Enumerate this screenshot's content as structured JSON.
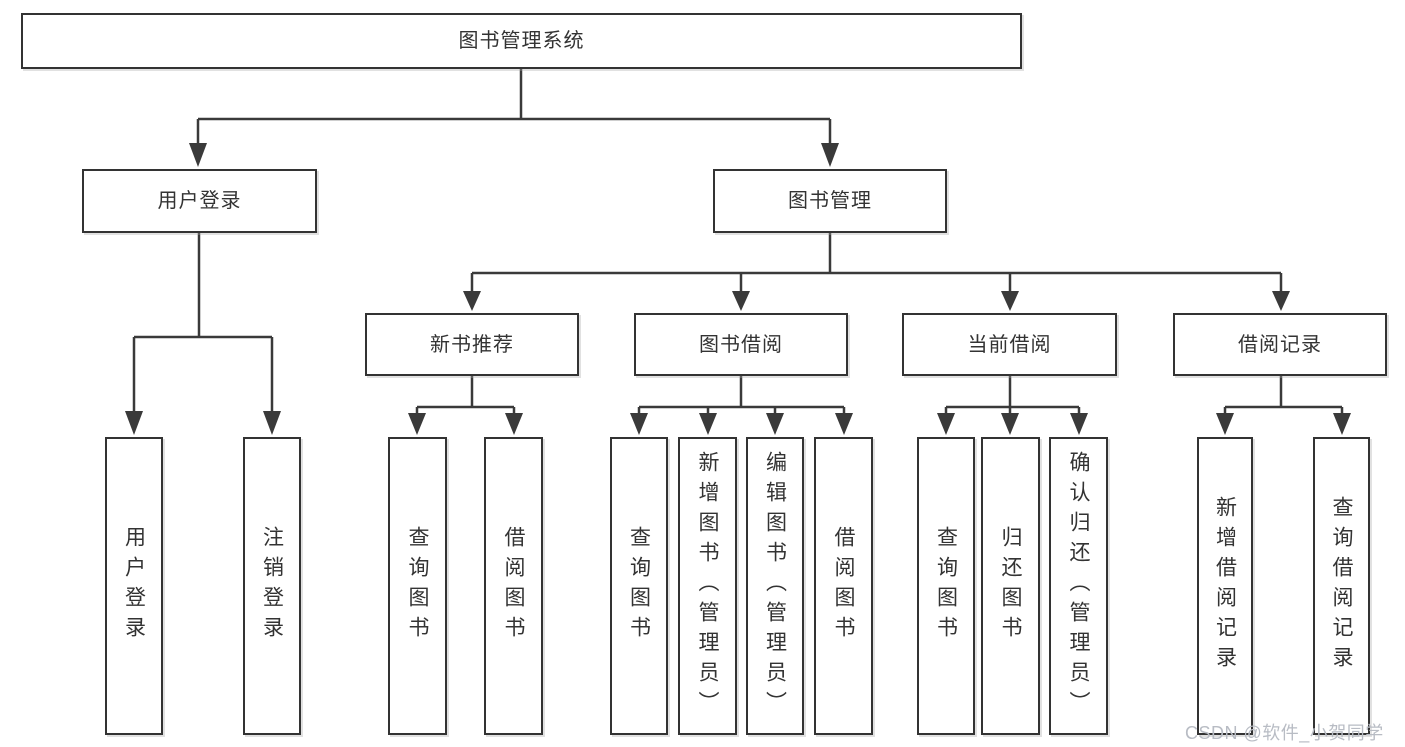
{
  "diagram": {
    "root": {
      "label": "图书管理系统"
    },
    "level2": [
      {
        "label": "用户登录"
      },
      {
        "label": "图书管理"
      }
    ],
    "level3": [
      {
        "label": "新书推荐"
      },
      {
        "label": "图书借阅"
      },
      {
        "label": "当前借阅"
      },
      {
        "label": "借阅记录"
      }
    ],
    "leaves": {
      "user_login": [
        "用户登录",
        "注销登录"
      ],
      "new_book_rec": [
        "查询图书",
        "借阅图书"
      ],
      "book_borrow": [
        "查询图书",
        "新增图书（管理员）",
        "编辑图书（管理员）",
        "借阅图书"
      ],
      "current_borrow": [
        "查询图书",
        "归还图书",
        "确认归还（管理员）"
      ],
      "borrow_records": [
        "新增借阅记录",
        "查询借阅记录"
      ]
    },
    "watermark": "CSDN @软件_小贺同学",
    "colors": {
      "line": "#3a3a3a",
      "border": "#333333",
      "text": "#333333",
      "watermark": "#b8bcc4",
      "background": "#ffffff"
    }
  }
}
